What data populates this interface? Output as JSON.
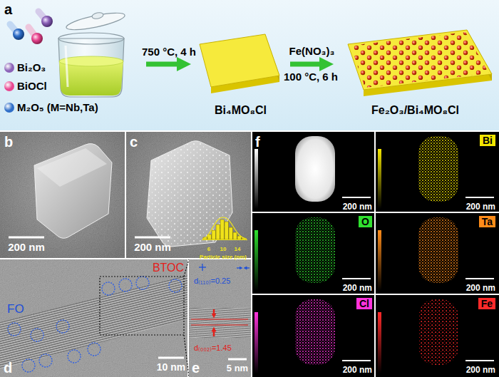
{
  "diagram": {
    "nodes": [
      {
        "text": [
          "Bi₄MO₈Cl"
        ]
      },
      {
        "text": [
          "Fe₂O₃/Bi₄MO₈Cl"
        ]
      }
    ],
    "edges": [
      {
        "from": 0,
        "to": 1,
        "arrow": "to",
        "label": "Fe(NO₃)₃"
      }
    ],
    "labels": [
      "a",
      "750 °C, 4 h",
      "100 °C, 6 h",
      "b",
      "200 nm",
      "c",
      "200 nm",
      "6",
      "10",
      "14",
      "Particle size (nm)",
      "d",
      "FO",
      "BTOC",
      "10 nm",
      "e",
      "d₍₁₁₀₎=0.25",
      "d₍₀₀₂₎=1.45",
      "5 nm",
      "f",
      "200 nm",
      "Bi",
      "200 nm",
      "O",
      "200 nm",
      "Ta",
      "200 nm",
      "Cl",
      "200 nm",
      "Fe",
      "200 nm"
    ],
    "legend": [
      {
        "text": "Bi₂O₃",
        "color": "#8b62b8"
      },
      {
        "text": "BiOCl",
        "color": "#e8458f"
      },
      {
        "text": "M₂O₅ (M=Nb,Ta)",
        "color": "#2f6ec8"
      }
    ]
  }
}
